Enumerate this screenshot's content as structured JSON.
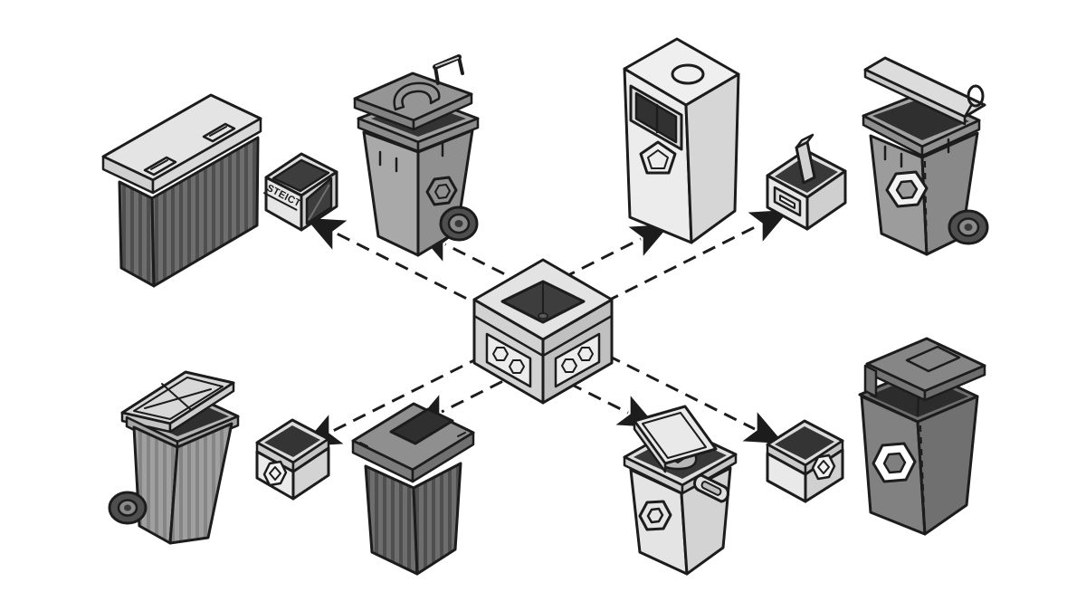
{
  "meta": {
    "title": "Isometric waste-sorting diagram",
    "style": "grayscale outline illustration",
    "background": "#fafafa",
    "outline_color": "#1c1c1c"
  },
  "labels": {
    "steict_box": "STEICT"
  },
  "colors": {
    "dark_fill": "#323232",
    "mid_gray": "#8d8d8d",
    "light_gray": "#e6e6e6",
    "arrow": "#1c1c1c"
  },
  "center": {
    "id": "central-sorting-box",
    "type": "isometric cube with open dark top and hexagon-stamp panels on two faces"
  },
  "nodes": [
    {
      "id": "ribbed-dumpster",
      "quadrant": "top-left-outer",
      "type": "ribbed dumpster with flat lid and two handles"
    },
    {
      "id": "steict-box",
      "quadrant": "top-left-inner",
      "type": "small open crate with side opening",
      "label": "STEICT"
    },
    {
      "id": "wheelie-bin-lid-ajar",
      "quadrant": "top-center-left",
      "type": "wheeled bin, lid ajar, hexagon emblem"
    },
    {
      "id": "tall-slim-can",
      "quadrant": "top-center-right",
      "type": "tall litter bin with dark window and pentagon emblem"
    },
    {
      "id": "box-with-item",
      "quadrant": "top-right-inner",
      "type": "small open box with protruding item and front slot"
    },
    {
      "id": "wheelie-bin-lid-open",
      "quadrant": "top-right-outer",
      "type": "wheeled bin with open lid and hexagon emblem"
    },
    {
      "id": "ribbed-wheelie-bin",
      "quadrant": "bottom-left-outer",
      "type": "ribbed wheeled bin with open cross-braced lid"
    },
    {
      "id": "small-box-hex-left",
      "quadrant": "bottom-left-inner",
      "type": "small open box with hexagon badge"
    },
    {
      "id": "dark-ribbed-can",
      "quadrant": "bottom-center-left",
      "type": "dark ribbed can with slotted lid"
    },
    {
      "id": "bin-lid-propped",
      "quadrant": "bottom-center-right",
      "type": "bin with propped-open lid, side handle, hexagon emblem"
    },
    {
      "id": "small-box-hex-right",
      "quadrant": "bottom-right-inner",
      "type": "small open box with hexagon badge"
    },
    {
      "id": "slide-lid-container",
      "quadrant": "bottom-right-outer",
      "type": "dark container with hovering flat lid and white hexagon emblem"
    }
  ],
  "arrows": [
    {
      "from": "central-sorting-box",
      "to": "steict-box"
    },
    {
      "from": "central-sorting-box",
      "to": "wheelie-bin-lid-ajar"
    },
    {
      "from": "central-sorting-box",
      "to": "tall-slim-can"
    },
    {
      "from": "central-sorting-box",
      "to": "box-with-item"
    },
    {
      "from": "central-sorting-box",
      "to": "small-box-hex-left"
    },
    {
      "from": "central-sorting-box",
      "to": "dark-ribbed-can"
    },
    {
      "from": "central-sorting-box",
      "to": "bin-lid-propped"
    },
    {
      "from": "central-sorting-box",
      "to": "small-box-hex-right"
    }
  ]
}
